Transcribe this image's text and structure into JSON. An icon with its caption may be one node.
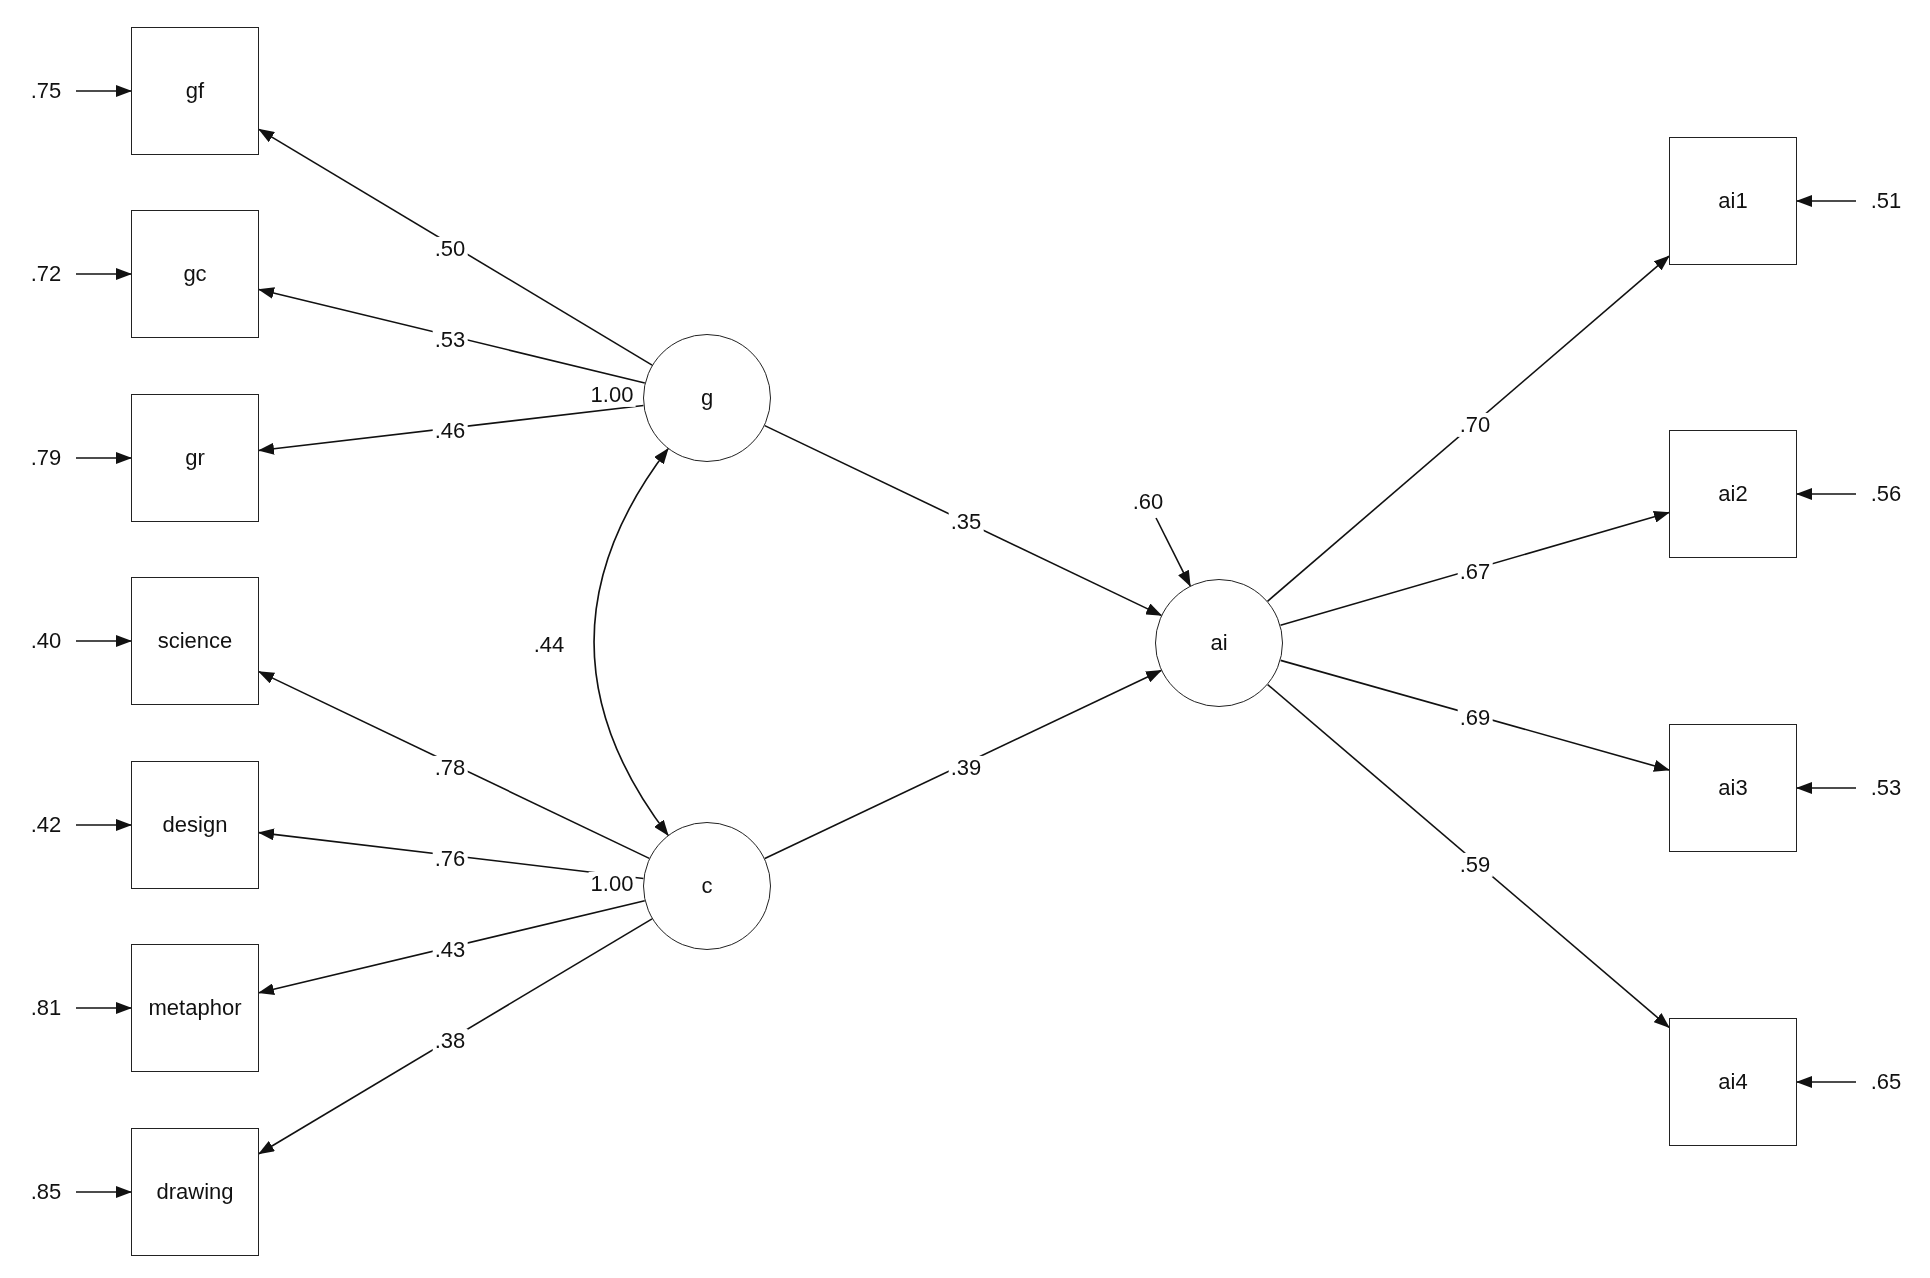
{
  "diagram": {
    "nodes": [
      {
        "text": [
          "gf"
        ]
      },
      {
        "text": [
          "gc"
        ]
      },
      {
        "text": [
          "gr"
        ]
      },
      {
        "text": [
          "science"
        ]
      },
      {
        "text": [
          "design"
        ]
      },
      {
        "text": [
          "metaphor"
        ]
      },
      {
        "text": [
          "drawing"
        ]
      },
      {
        "text": [
          "g"
        ],
        "beside": [
          "1.00"
        ]
      },
      {
        "text": [
          "c"
        ],
        "beside": [
          "1.00"
        ]
      },
      {
        "text": [
          "ai"
        ]
      },
      {
        "text": [
          "ai1"
        ]
      },
      {
        "text": [
          "ai2"
        ]
      },
      {
        "text": [
          "ai3"
        ]
      },
      {
        "text": [
          "ai4"
        ]
      },
      {
        "text": [
          ".75"
        ]
      },
      {
        "text": [
          ".72"
        ]
      },
      {
        "text": [
          ".79"
        ]
      },
      {
        "text": [
          ".40"
        ]
      },
      {
        "text": [
          ".42"
        ]
      },
      {
        "text": [
          ".81"
        ]
      },
      {
        "text": [
          ".85"
        ]
      },
      {
        "text": [
          ".60"
        ]
      },
      {
        "text": [
          ".51"
        ]
      },
      {
        "text": [
          ".56"
        ]
      },
      {
        "text": [
          ".53"
        ]
      },
      {
        "text": [
          ".65"
        ]
      }
    ],
    "edges": [
      {
        "from": 7,
        "to": 0,
        "arrow": "to",
        "label": ".50"
      },
      {
        "from": 7,
        "to": 1,
        "arrow": "to",
        "label": ".53"
      },
      {
        "from": 7,
        "to": 2,
        "arrow": "to",
        "label": ".46"
      },
      {
        "from": 8,
        "to": 3,
        "arrow": "to",
        "label": ".78"
      },
      {
        "from": 8,
        "to": 4,
        "arrow": "to",
        "label": ".76"
      },
      {
        "from": 8,
        "to": 5,
        "arrow": "to",
        "label": ".43"
      },
      {
        "from": 8,
        "to": 6,
        "arrow": "to",
        "label": ".38"
      },
      {
        "from": 7,
        "to": 8,
        "arrow": "both",
        "label": ".44"
      },
      {
        "from": 7,
        "to": 9,
        "arrow": "to",
        "label": ".35"
      },
      {
        "from": 8,
        "to": 9,
        "arrow": "to",
        "label": ".39"
      },
      {
        "from": 9,
        "to": 10,
        "arrow": "to",
        "label": ".70"
      },
      {
        "from": 9,
        "to": 11,
        "arrow": "to",
        "label": ".67"
      },
      {
        "from": 9,
        "to": 12,
        "arrow": "to",
        "label": ".69"
      },
      {
        "from": 9,
        "to": 13,
        "arrow": "to",
        "label": ".59"
      },
      {
        "from": 14,
        "to": 0,
        "arrow": "to"
      },
      {
        "from": 15,
        "to": 1,
        "arrow": "to"
      },
      {
        "from": 16,
        "to": 2,
        "arrow": "to"
      },
      {
        "from": 17,
        "to": 3,
        "arrow": "to"
      },
      {
        "from": 18,
        "to": 4,
        "arrow": "to"
      },
      {
        "from": 19,
        "to": 5,
        "arrow": "to"
      },
      {
        "from": 20,
        "to": 6,
        "arrow": "to"
      },
      {
        "from": 21,
        "to": 9,
        "arrow": "to"
      },
      {
        "from": 22,
        "to": 10,
        "arrow": "to"
      },
      {
        "from": 23,
        "to": 11,
        "arrow": "to"
      },
      {
        "from": 24,
        "to": 12,
        "arrow": "to"
      },
      {
        "from": 25,
        "to": 13,
        "arrow": "to"
      }
    ]
  }
}
